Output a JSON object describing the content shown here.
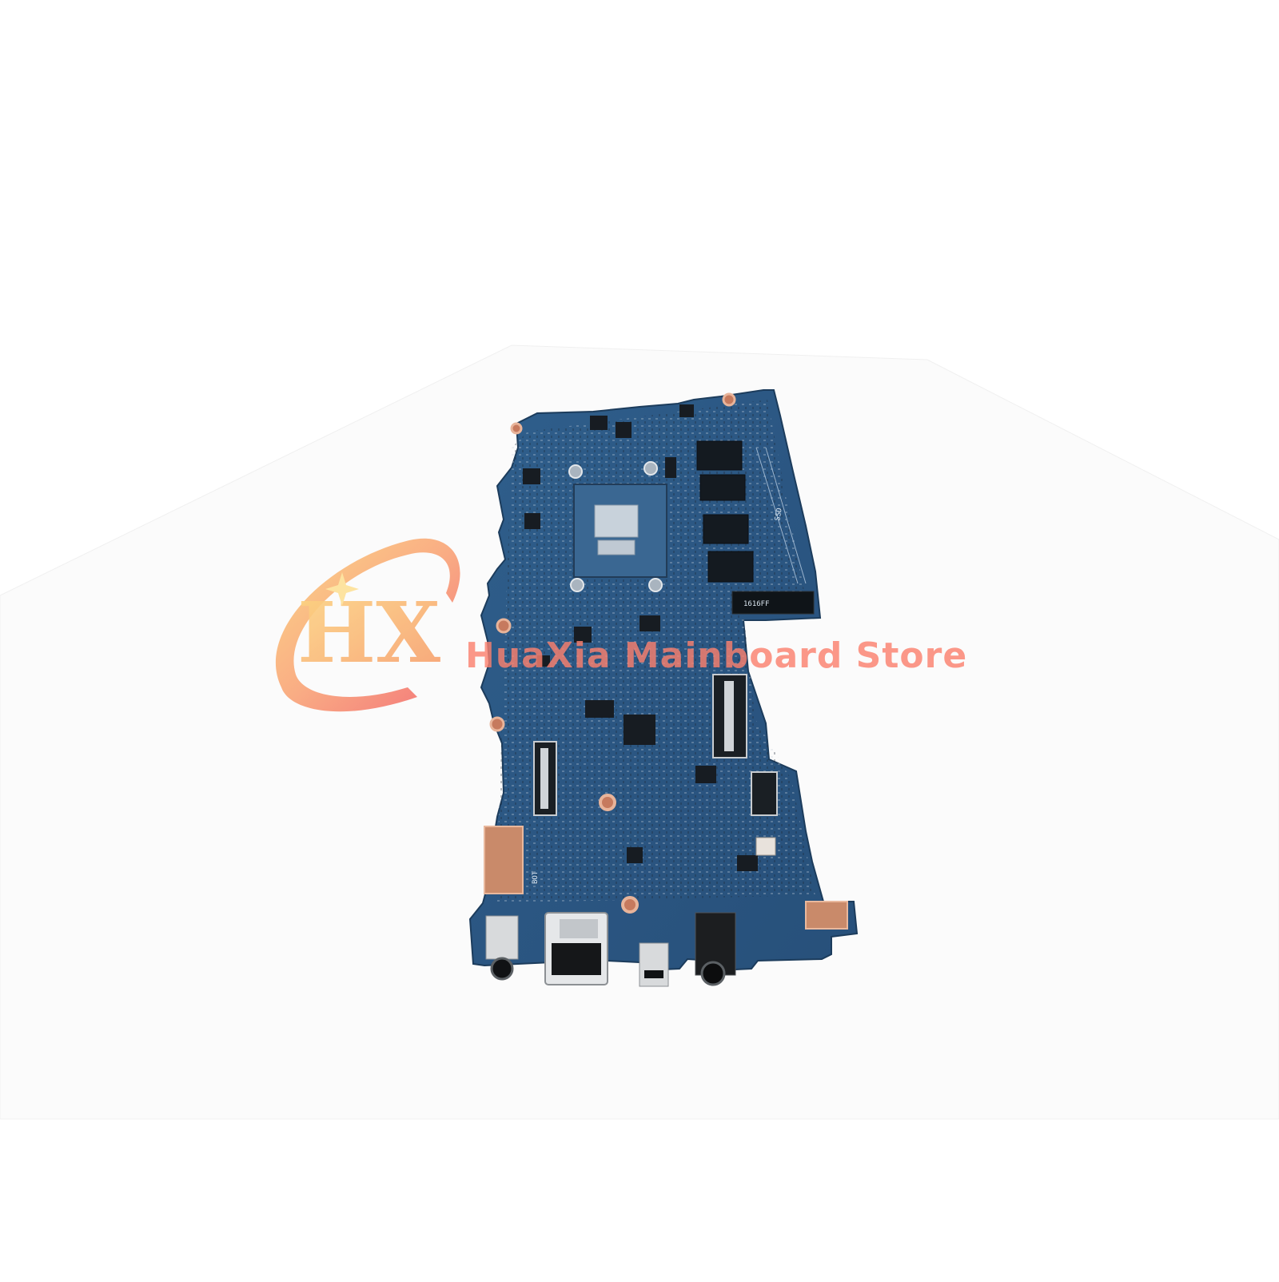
{
  "photo": {
    "subject": "laptop-motherboard",
    "background_color": "#ffffff",
    "pcb_color": "#2c5a86"
  },
  "watermark": {
    "logo_letters": "HX",
    "store_name": "HuaXia Mainboard Store",
    "color": "#f47f6a"
  },
  "board_silkscreen": {
    "ssd_label": "SSD",
    "bot_label": "BOT",
    "chip_marking": "1616FF"
  }
}
